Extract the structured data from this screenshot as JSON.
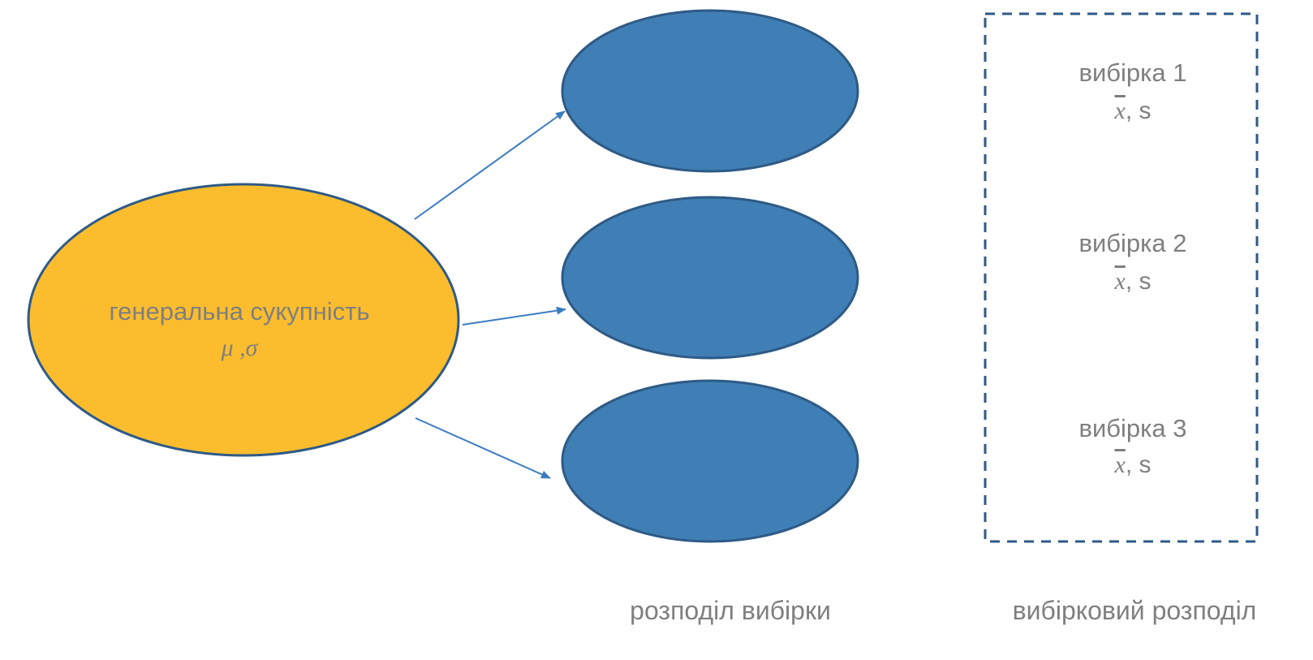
{
  "population": {
    "title": "генеральна сукупність",
    "params": "μ ,σ"
  },
  "samples": [
    {
      "name": "вибірка  1",
      "stat_symbol": "x",
      "stat_rest": ", s"
    },
    {
      "name": "вибірка  2",
      "stat_symbol": "x",
      "stat_rest": ", s"
    },
    {
      "name": "вибірка  3",
      "stat_symbol": "x",
      "stat_rest": ", s"
    }
  ],
  "captions": {
    "sample_distribution": "розподіл вибірки",
    "sampling_distribution": "вибірковий розподіл"
  },
  "colors": {
    "population_fill": "#fbbd2e",
    "sample_fill": "#3f7fb5",
    "outline": "#2e5a86",
    "arrow": "#3b7cc2",
    "text": "#7f7f7f",
    "dashed_border": "#2e5a86"
  }
}
